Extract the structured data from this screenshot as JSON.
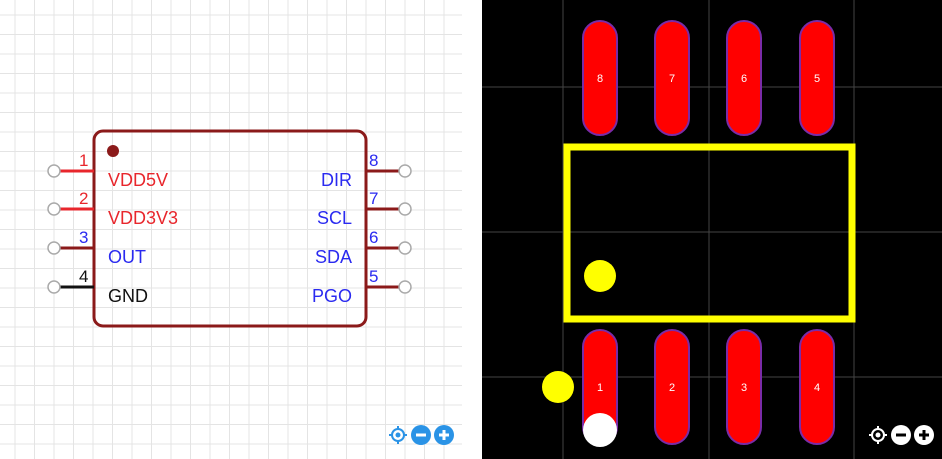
{
  "schematic": {
    "pins": [
      {
        "num": "1",
        "label": "VDD5V",
        "side": "left",
        "color": "#e8262c"
      },
      {
        "num": "2",
        "label": "VDD3V3",
        "side": "left",
        "color": "#e8262c"
      },
      {
        "num": "3",
        "label": "OUT",
        "side": "left",
        "color": "#2a2af0"
      },
      {
        "num": "4",
        "label": "GND",
        "side": "left",
        "color": "#111111"
      },
      {
        "num": "8",
        "label": "DIR",
        "side": "right",
        "color": "#2a2af0"
      },
      {
        "num": "7",
        "label": "SCL",
        "side": "right",
        "color": "#2a2af0"
      },
      {
        "num": "6",
        "label": "SDA",
        "side": "right",
        "color": "#2a2af0"
      },
      {
        "num": "5",
        "label": "PGO",
        "side": "right",
        "color": "#2a2af0"
      }
    ],
    "colors": {
      "body_outline": "#8b1a1a",
      "pin_line": "#8b1a1a",
      "grid": "#e4e4e4",
      "zoom": "#2a93e6"
    }
  },
  "pcb": {
    "pads_top": [
      "8",
      "7",
      "6",
      "5"
    ],
    "pads_bottom": [
      "1",
      "2",
      "3",
      "4"
    ],
    "colors": {
      "pad": "#ff0000",
      "pad_outline": "#7a2ba8",
      "silkscreen": "#ffff00",
      "grid": "#444444",
      "pin1_marker": "#ffffff"
    }
  },
  "zoom_controls": {
    "icons": [
      "locate-icon",
      "zoom-out-icon",
      "zoom-in-icon"
    ]
  }
}
